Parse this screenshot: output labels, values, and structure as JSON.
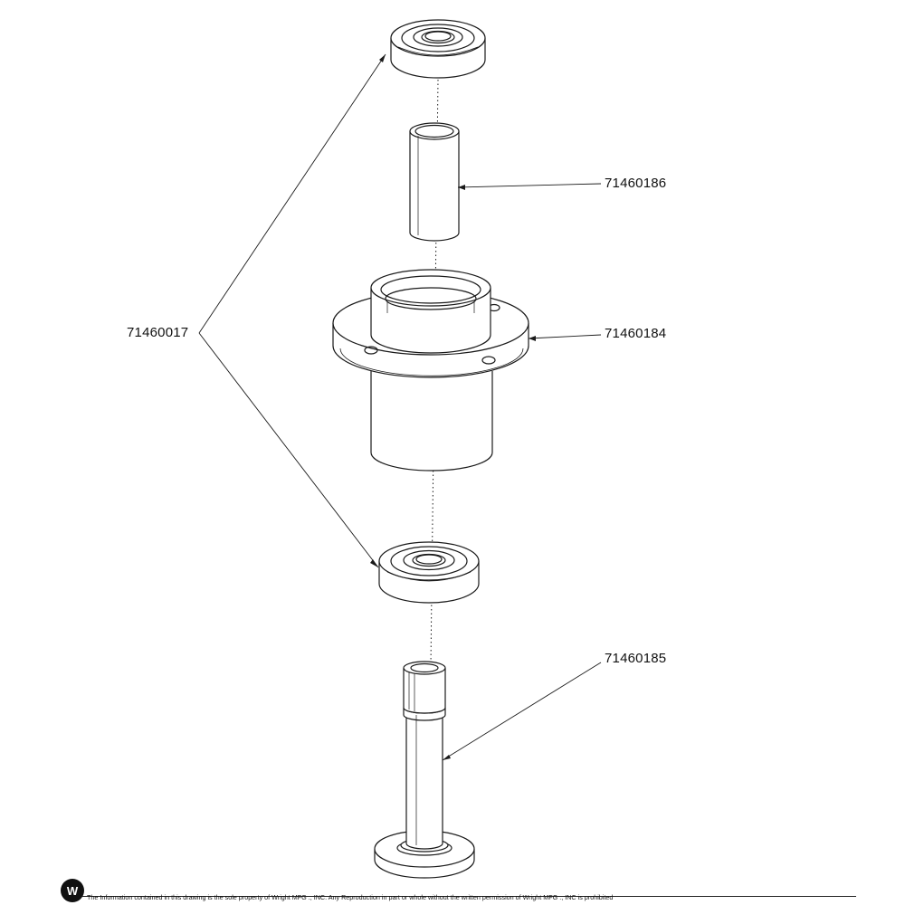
{
  "parts": {
    "bearing": "71460017",
    "spacer": "71460186",
    "housing": "71460184",
    "shaft": "71460185"
  },
  "footer": {
    "disclaimer": "The Information contained in this drawing is the sole property of Wright MFG ., INC. Any Reproduction in part or whole without the written permission of Wright MFG ., INC is prohibited",
    "logo_letter": "W"
  }
}
